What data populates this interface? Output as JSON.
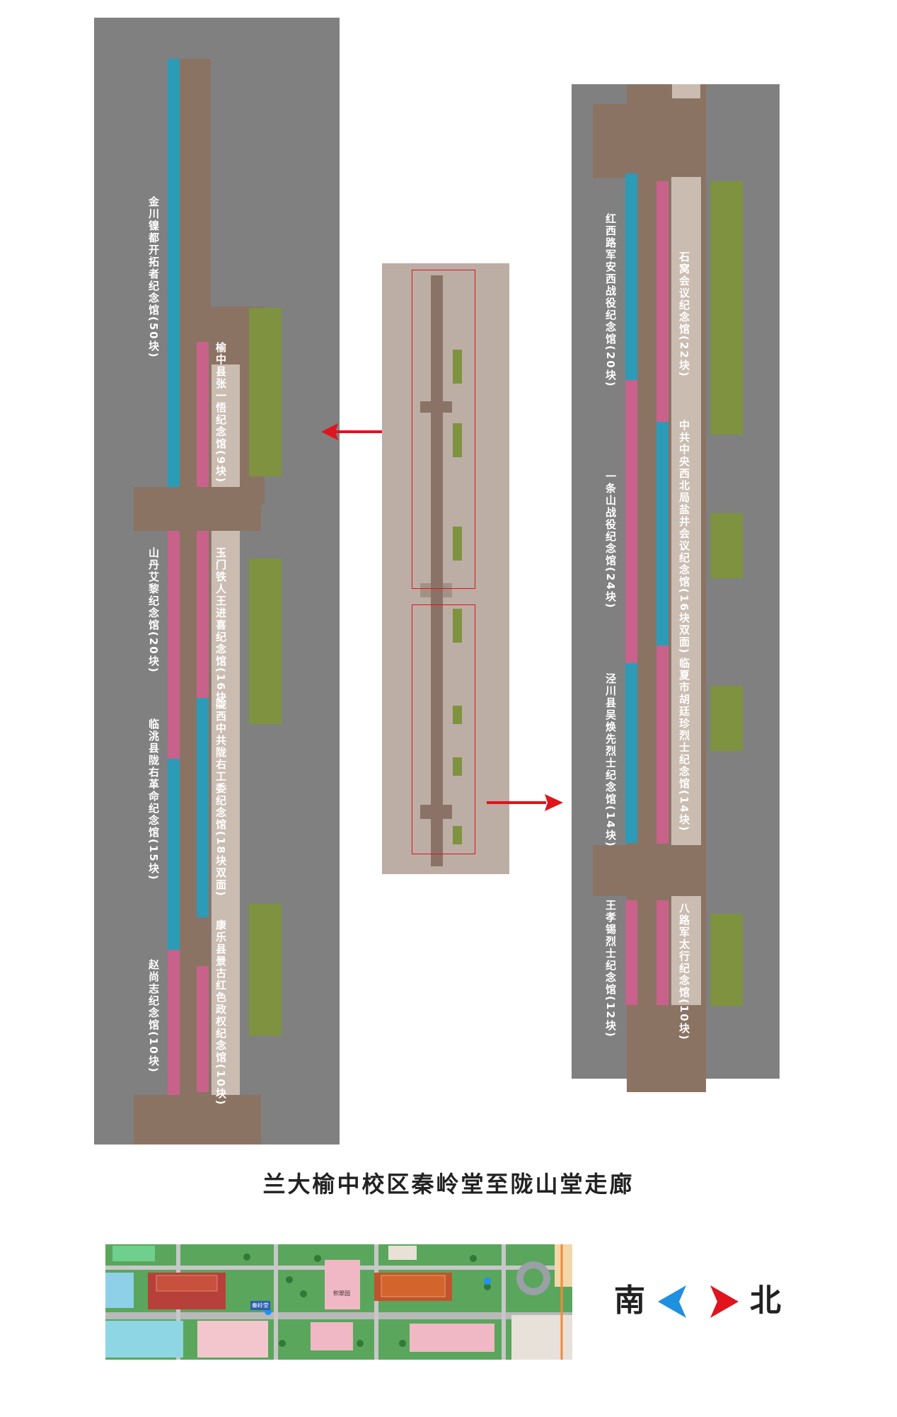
{
  "title": "兰大榆中校区秦岭堂至陇山堂走廊",
  "compass": {
    "left": "南",
    "right": "北",
    "left_color": "#1f8fe0",
    "right_color": "#e0141c"
  },
  "colors": {
    "panel": "#808080",
    "path": "#8b7364",
    "blue": "#2b9bb8",
    "pink": "#c8628a",
    "grass": "#7f9240",
    "arrow": "#e0141c"
  },
  "left_panel": {
    "labels": [
      "金川镍都开拓者纪念馆(50块)",
      "榆中县张一悟纪念馆(9块)",
      "山丹艾黎纪念馆(20块)",
      "玉门铁人王进喜纪念馆(16块)",
      "临洮县陇右革命纪念馆(15块)",
      "陇西中共陇右工委纪念馆(18块双面)",
      "赵尚志纪念馆(10块)",
      "康乐县景古红色政权纪念馆(10块)"
    ]
  },
  "right_panel": {
    "labels": [
      "红西路军安西战役纪念馆(20块)",
      "石窝会议纪念馆(22块)",
      "一条山战役纪念馆(24块)",
      "中共中央西北局盐井会议纪念馆(16块双面)",
      "泾川县吴焕先烈士纪念馆(14块)",
      "临夏市胡廷珍烈士纪念馆(14块)",
      "王孝锡烈士纪念馆(12块)",
      "八路军太行纪念馆(10块)"
    ]
  },
  "campus_map": {
    "labels": [
      "积翠园",
      "秦岭堂"
    ]
  }
}
